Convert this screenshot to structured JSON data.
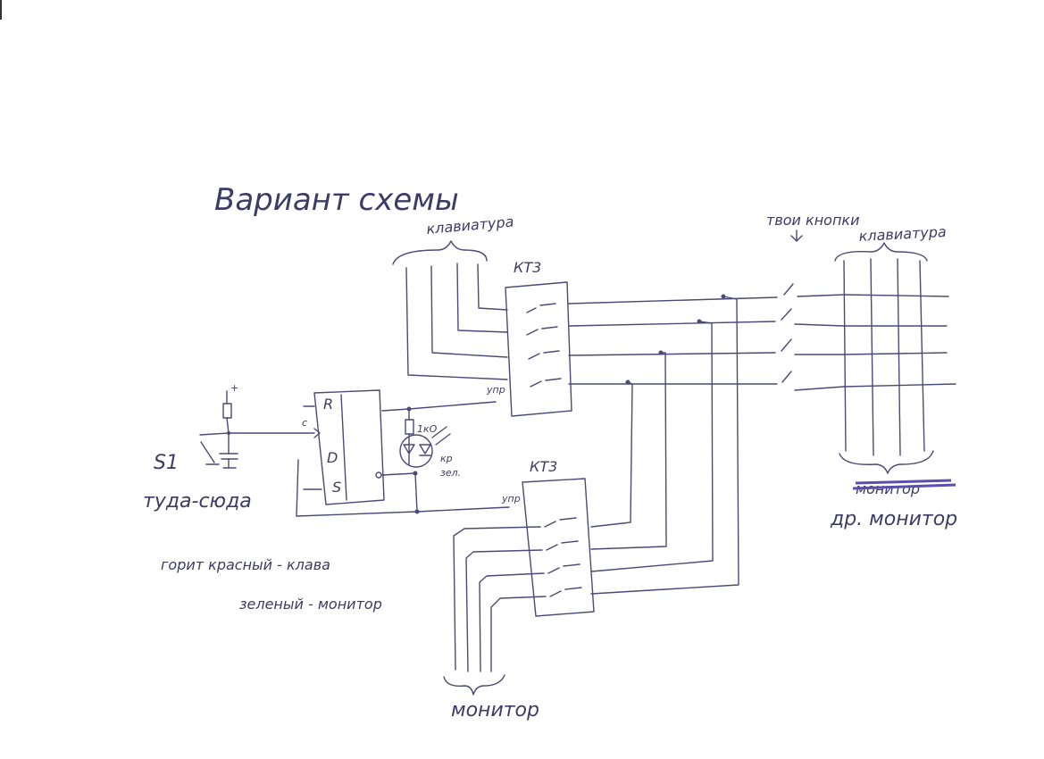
{
  "title": "Вариант схемы",
  "labels": {
    "keyboard_top": "клавиатура",
    "kt3_top": "КТ3",
    "your_buttons": "твои кнопки",
    "keyboard_right": "клавиатура",
    "control_top": "упр",
    "control_bottom": "упр",
    "kt3_bottom": "КТ3",
    "plus": "+",
    "clock": "c",
    "pin_r": "R",
    "pin_d": "D",
    "pin_s": "S",
    "resistor": "1кО",
    "led_red": "кр",
    "led_green": "зел.",
    "switch": "S1",
    "switch_caption": "туда-сюда",
    "monitor_bottom": "монитор",
    "monitor_crossed": "монитор",
    "other_monitor": "др. монитор"
  },
  "notes": [
    "горит красный - клава",
    "зеленый - монитор"
  ],
  "colors": {
    "ink": "#4a4a78",
    "strike": "#5a4fb0"
  }
}
